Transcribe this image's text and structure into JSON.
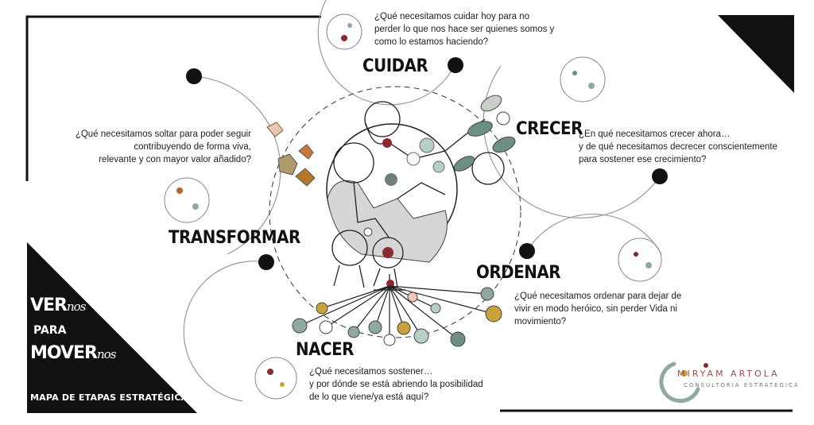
{
  "stages": {
    "cuidar": {
      "title": "CUIDAR",
      "question": [
        "¿Qué necesitamos cuidar hoy para no",
        "perder lo que nos hace ser quienes somos y",
        "como lo estamos haciendo?"
      ]
    },
    "crecer": {
      "title": "CRECER",
      "question": [
        "¿En qué necesitamos crecer ahora…",
        "y de qué necesitamos decrecer conscientemente",
        "para sostener ese crecimiento?"
      ]
    },
    "transformar": {
      "title": "TRANSFORMAR",
      "question": [
        "¿Qué necesitamos  soltar  para poder seguir",
        "contribuyendo de forma viva,",
        "relevante y con mayor valor añadido?"
      ]
    },
    "ordenar": {
      "title": "ORDENAR",
      "question": [
        "¿Qué necesitamos ordenar para dejar de",
        "vivir en modo heróico, sin perder Vida ni",
        "movimiento?"
      ]
    },
    "nacer": {
      "title": "NACER",
      "question": [
        "¿Qué necesitamos sostener…",
        "y por dónde se está abriendo la posibilidad",
        "de lo que viene/ya está aquí?"
      ]
    }
  },
  "badge": {
    "ver": "VER",
    "ver_sub": "nos",
    "para": "PARA",
    "mover": "MOVER",
    "mover_sub": "nos",
    "caption": "MAPA DE ETAPAS ESTRATÉGICAS"
  },
  "logo": {
    "name": "MIRYAM ARTOLA",
    "tagline": "CONSULTORIA ESTRATEGICA"
  },
  "colors": {
    "ink": "#111111",
    "teal": "#8fa8a2",
    "sage": "#b7cfc8",
    "red": "#8b2a2f",
    "ochre": "#c9a23a",
    "rust": "#b5652a"
  }
}
